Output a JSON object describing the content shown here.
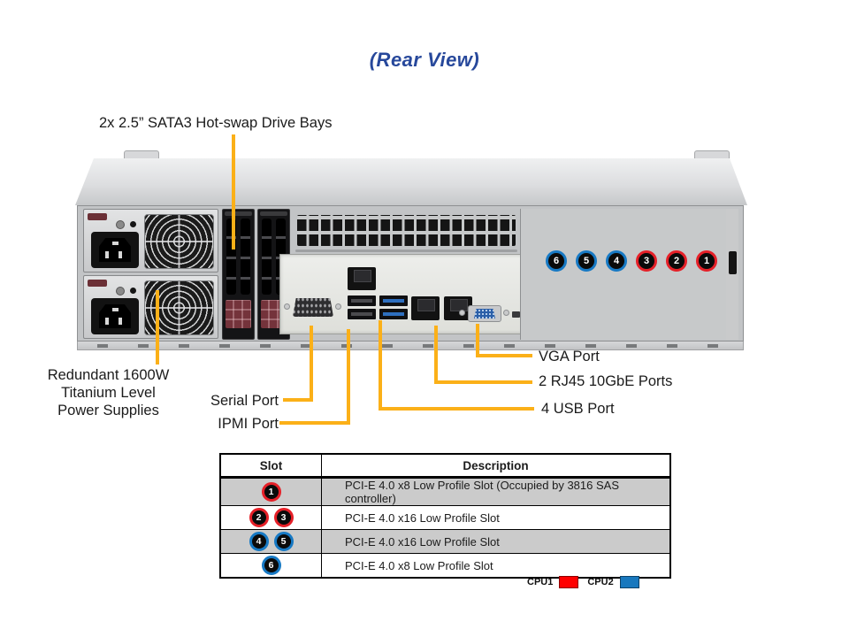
{
  "title": "(Rear View)",
  "callouts": {
    "drive_bays": "2x 2.5” SATA3 Hot-swap Drive Bays",
    "psu_lines": [
      "Redundant 1600W",
      "Titanium Level",
      "Power Supplies"
    ],
    "serial_port": "Serial Port",
    "ipmi_port": "IPMI Port",
    "vga_port": "VGA Port",
    "rj45_ports": "2 RJ45 10GbE Ports",
    "usb_ports": "4 USB Port"
  },
  "chassis": {
    "pci_slot_markers": [
      {
        "num": "6",
        "cpu": "CPU2"
      },
      {
        "num": "5",
        "cpu": "CPU2"
      },
      {
        "num": "4",
        "cpu": "CPU2"
      },
      {
        "num": "3",
        "cpu": "CPU1"
      },
      {
        "num": "2",
        "cpu": "CPU1"
      },
      {
        "num": "1",
        "cpu": "CPU1"
      }
    ]
  },
  "slot_table": {
    "headers": [
      "Slot",
      "Description"
    ],
    "rows": [
      {
        "slots": [
          {
            "num": "1",
            "cpu": "CPU1"
          }
        ],
        "description": "PCI-E 4.0 x8 Low Profile Slot (Occupied by 3816 SAS controller)",
        "shaded": true
      },
      {
        "slots": [
          {
            "num": "2",
            "cpu": "CPU1"
          },
          {
            "num": "3",
            "cpu": "CPU1"
          }
        ],
        "description": "PCI-E 4.0 x16 Low Profile Slot",
        "shaded": false
      },
      {
        "slots": [
          {
            "num": "4",
            "cpu": "CPU2"
          },
          {
            "num": "5",
            "cpu": "CPU2"
          }
        ],
        "description": "PCI-E 4.0 x16 Low Profile Slot",
        "shaded": true
      },
      {
        "slots": [
          {
            "num": "6",
            "cpu": "CPU2"
          }
        ],
        "description": "PCI-E 4.0 x8 Low Profile Slot",
        "shaded": false
      }
    ]
  },
  "legend": [
    {
      "label": "CPU1",
      "color": "#FF0000"
    },
    {
      "label": "CPU2",
      "color": "#1878BE"
    }
  ],
  "colors": {
    "cpu1_ring": "#E52028",
    "cpu2_ring": "#1779C4",
    "callout_line": "#FBB018",
    "title_text": "#27489B",
    "table_shaded_row": "#CBCBCB"
  }
}
